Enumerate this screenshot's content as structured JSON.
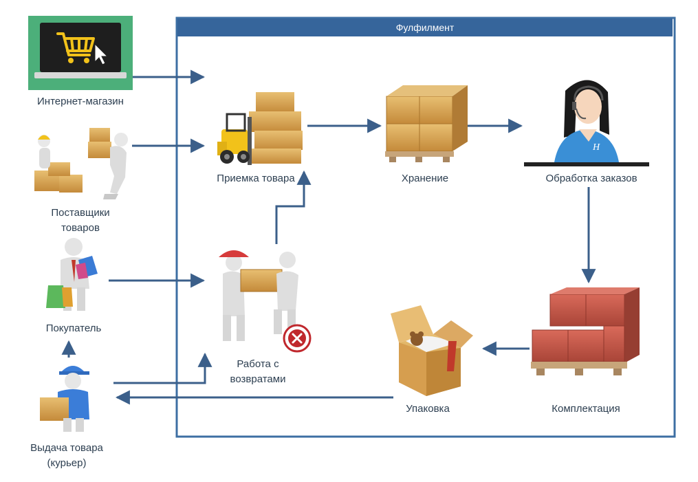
{
  "fulfillment": {
    "title": "Фулфилмент"
  },
  "nodes": {
    "online_store": {
      "label": "Интернет-магазин"
    },
    "suppliers": {
      "label_lines": [
        "Поставщики",
        "товаров"
      ]
    },
    "buyer": {
      "label": "Покупатель"
    },
    "courier": {
      "label_lines": [
        "Выдача товара",
        "(курьер)"
      ]
    },
    "receiving": {
      "label": "Приемка товара"
    },
    "storage": {
      "label": "Хранение"
    },
    "order_processing": {
      "label": "Обработка заказов"
    },
    "returns": {
      "label_lines": [
        "Работа с",
        "возвратами"
      ]
    },
    "packing": {
      "label": "Упаковка"
    },
    "picking": {
      "label": "Комплектация"
    }
  },
  "colors": {
    "frame": "#3d6fa3",
    "arrow": "#3b5f8a",
    "banner": "#36659b",
    "box": "#d9a85a",
    "box_red": "#c9574a",
    "monitor_bg": "#4caf7a"
  }
}
